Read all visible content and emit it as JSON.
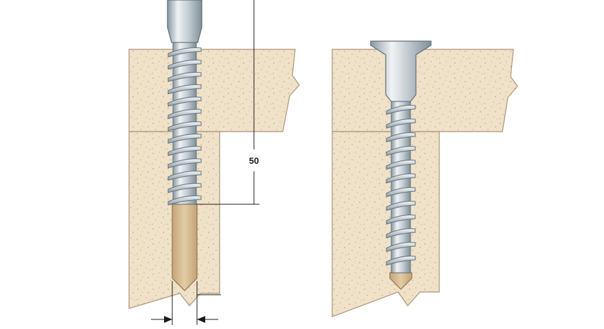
{
  "diagram": {
    "dimension_label": "50",
    "colors": {
      "concrete": "#f0e2c8",
      "concrete_dots": "#c7a583",
      "outline": "#a89277",
      "drill_hole": "#d6ba8e",
      "metal_light": "#eef2f4",
      "metal_mid": "#b6c2c9",
      "metal_dark": "#7f8f99",
      "dimension_line": "#1a1a1a"
    },
    "icons": {
      "left_figure": "screw-inserting-into-drilled-hole",
      "right_figure": "countersunk-screw-installed",
      "arrows": "dimension-arrow"
    }
  }
}
